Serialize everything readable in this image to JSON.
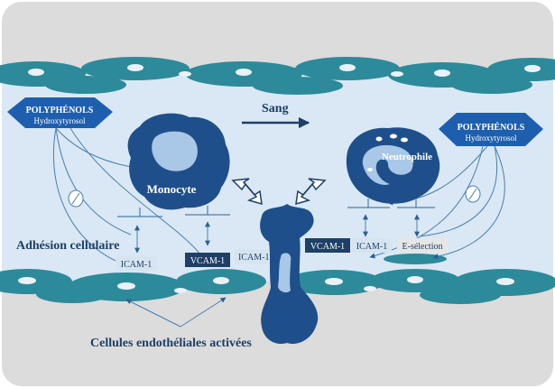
{
  "labels": {
    "sang": "Sang",
    "adhesion": "Adhésion cellulaire",
    "endothelial": "Cellules endothéliales activées",
    "monocyte": "Monocyte",
    "neutrophile": "Neutrophile",
    "polyphenols_left": {
      "title": "POLYPHÉNOLS",
      "subtitle": "Hydroxytyrosol"
    },
    "polyphenols_right": {
      "title": "POLYPHÉNOLS",
      "subtitle": "Hydroxytyrosol"
    },
    "icam1_left": "ICAM-1",
    "vcam1_left": "VCAM-1",
    "icam1_mid": "ICAM-1",
    "vcam1_right": "VCAM-1",
    "icam1_right": "ICAM-1",
    "eselection": "E-sélection"
  },
  "colors": {
    "frame": "#dcdcdc",
    "lumen": "#d9e8f4",
    "cell": "#2d8a9a",
    "nucleus": "#eaf2f8",
    "leukocyte": "#1f4f8a",
    "leukocyte_light": "#a9c7e6",
    "polyphenol": "#1d5fae",
    "receptor_dark": "#1e3f66",
    "receptor_light": "#d6e4f0",
    "receptor_grey": "#e6e6e6"
  }
}
